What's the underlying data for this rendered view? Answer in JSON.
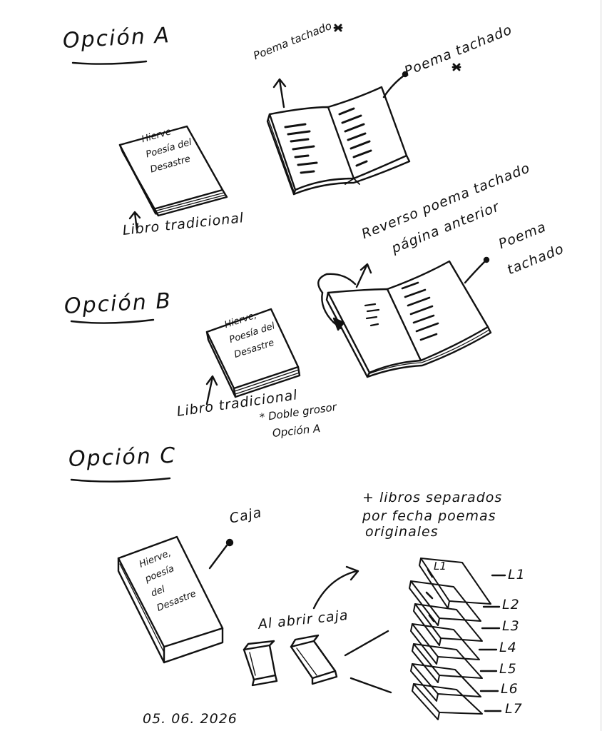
{
  "sketch": {
    "option_a": {
      "title": "Opción A",
      "cover_line1": "Hierve",
      "cover_line2": "Poesía del",
      "cover_line3": "Desastre",
      "note_left": "Poema tachado",
      "note_right": "Poema tachado",
      "book_label": "Libro tradicional"
    },
    "option_b": {
      "title": "Opción B",
      "cover_line1": "Hierve,",
      "cover_line2": "Poesía del",
      "cover_line3": "Desastre",
      "reverse_line1": "Reverso poema tachado",
      "reverse_line2": "página anterior",
      "note_line1": "Poema",
      "note_line2": "tachado",
      "book_label": "Libro tradicional",
      "footnote_line1": "* Doble grosor",
      "footnote_line2": "Opción A"
    },
    "option_c": {
      "title": "Opción C",
      "box_label": "Caja",
      "cover_line1": "Hierve,",
      "cover_line2": "poesía",
      "cover_line3": "del",
      "cover_line4": "Desastre",
      "open_label": "Al abrir caja",
      "note_line1": "+ libros separados",
      "note_line2": "por fecha poemas",
      "note_line3": "originales",
      "first_tag": "L1",
      "stack_labels": [
        "L1",
        "L2",
        "L3",
        "L4",
        "L5",
        "L6",
        "L7"
      ]
    },
    "date": "05. 06. 2026"
  },
  "colors": {
    "ink": "#111111",
    "paper": "#ffffff"
  }
}
